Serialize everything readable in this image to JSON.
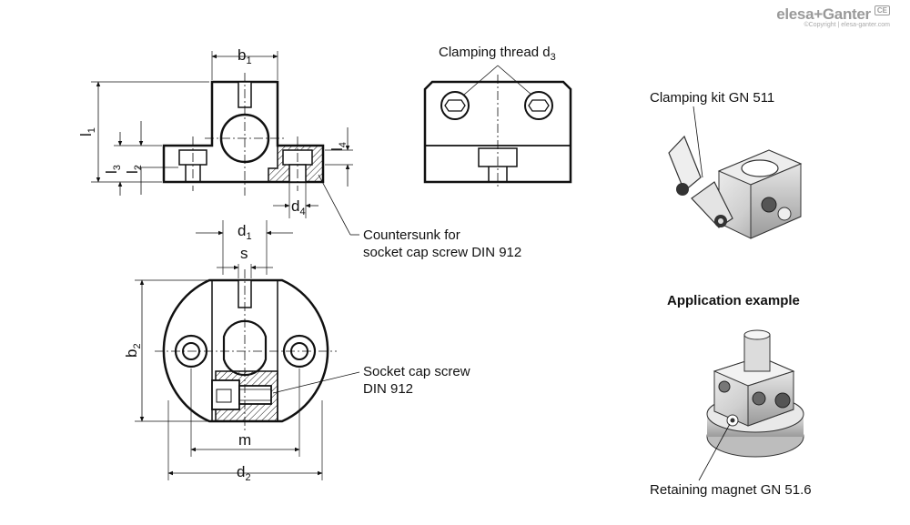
{
  "brand": {
    "name": "elesa+Ganter",
    "copyright": "©Copyright | elesa-ganter.com",
    "mark": "CE"
  },
  "dimensions": {
    "b1": {
      "main": "b",
      "sub": "1"
    },
    "l1": {
      "main": "l",
      "sub": "1"
    },
    "l2": {
      "main": "l",
      "sub": "2"
    },
    "l3": {
      "main": "l",
      "sub": "3"
    },
    "l4": {
      "main": "l",
      "sub": "4"
    },
    "d4": {
      "main": "d",
      "sub": "4"
    },
    "d1": {
      "main": "d",
      "sub": "1"
    },
    "s": {
      "main": "s"
    },
    "b2": {
      "main": "b",
      "sub": "2"
    },
    "m": {
      "main": "m"
    },
    "d2": {
      "main": "d",
      "sub": "2"
    }
  },
  "callouts": {
    "clamping_thread": {
      "text": "Clamping thread d",
      "sub": "3"
    },
    "countersunk_line1": "Countersunk for",
    "countersunk_line2": "socket cap screw DIN 912",
    "socket_cap_line1": "Socket cap screw",
    "socket_cap_line2": "DIN 912",
    "clamping_kit": "Clamping kit GN 511",
    "application_example": "Application example",
    "retaining_magnet": "Retaining magnet GN 51.6"
  }
}
